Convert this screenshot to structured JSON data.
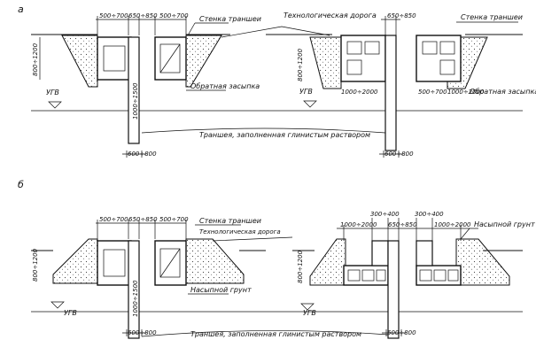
{
  "panels": {
    "a": {
      "letter": "а"
    },
    "b": {
      "letter": "б"
    }
  },
  "labels": {
    "wall_trench": "Стенка траншеи",
    "tech_road": "Технологическая дорога",
    "tech_road_b": "Технологическая дорога",
    "backfill": "Обратная засыпка",
    "backfill_right": "Обратная засыпка",
    "fill_soil": "Насыпной грунт",
    "fill_soil_right": "Насыпной грунт",
    "ugv": "УГВ",
    "trench_note": "Траншея, заполненная глинистым раствором"
  },
  "dimensions": {
    "a_left_top": [
      "500÷700",
      "650÷850",
      "500÷700"
    ],
    "a_left_vert": "800÷1200",
    "a_left_vert2": "1000÷1500",
    "a_left_bottom": "600÷800",
    "a_right_top": "650÷850",
    "a_right_vert": "800÷1200",
    "a_right_mid": [
      "1000÷2000",
      "500÷700",
      "1000÷2000"
    ],
    "a_right_bottom": "600÷800",
    "b_left_top": [
      "500÷700",
      "650÷850",
      "500÷700"
    ],
    "b_left_vert": "800÷1200",
    "b_left_vert2": "1000÷1500",
    "b_left_bottom": "600÷800",
    "b_right_top": [
      "1000÷2000",
      "300÷400",
      "650÷850",
      "300÷400",
      "1000÷2000"
    ],
    "b_right_vert": "800÷1200",
    "b_right_bottom": "600÷800"
  }
}
